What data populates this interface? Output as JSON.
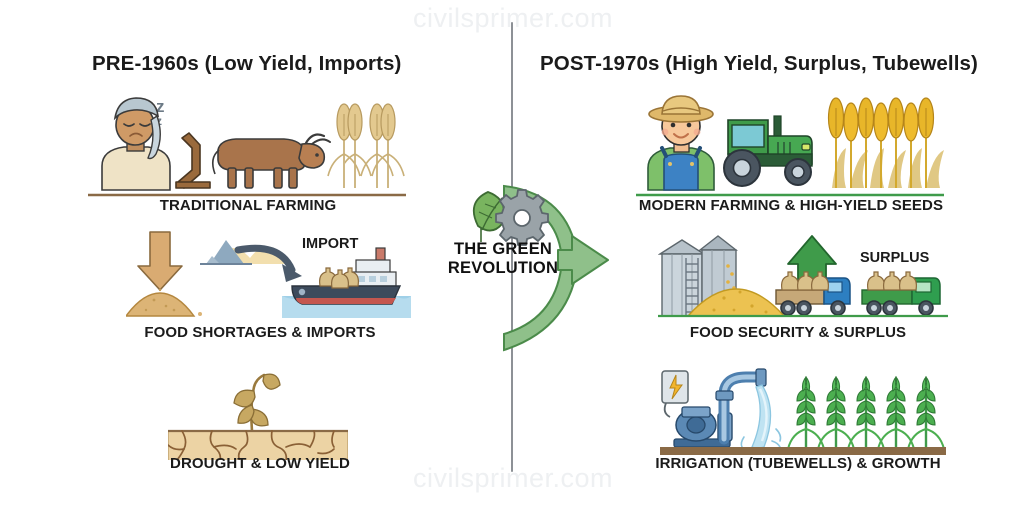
{
  "watermark": {
    "text": "civilsprimer.com"
  },
  "panels": {
    "left": {
      "title": "PRE-1960s (Low Yield, Imports)",
      "rows": [
        {
          "caption": "TRADITIONAL FARMING",
          "icons": [
            "tired-farmer-icon",
            "sleep-z-icon",
            "wooden-plough-icon",
            "ox-icon",
            "pale-wheat-stalks-icon",
            "ground-line"
          ],
          "inline_labels": []
        },
        {
          "caption": "FOOD SHORTAGES & IMPORTS",
          "icons": [
            "down-arrow-icon",
            "small-grain-pile-icon",
            "mountain-cloud-icon",
            "curved-arrow-icon",
            "cargo-ship-icon",
            "grain-sacks-icon"
          ],
          "inline_labels": [
            "IMPORT"
          ]
        },
        {
          "caption": "DROUGHT & LOW YIELD",
          "icons": [
            "wilting-plant-icon",
            "cracked-dry-soil-icon"
          ],
          "inline_labels": []
        }
      ]
    },
    "right": {
      "title": "POST-1970s (High Yield, Surplus, Tubewells)",
      "rows": [
        {
          "caption": "MODERN FARMING & HIGH-YIELD SEEDS",
          "icons": [
            "happy-farmer-icon",
            "straw-hat-icon",
            "green-tractor-icon",
            "dense-golden-wheat-icon",
            "ground-line"
          ],
          "inline_labels": []
        },
        {
          "caption": "FOOD SECURITY & SURPLUS",
          "icons": [
            "grain-silos-icon",
            "large-grain-pile-icon",
            "green-up-arrow-icon",
            "blue-truck-icon",
            "green-truck-icon",
            "grain-sacks-icon"
          ],
          "inline_labels": [
            "SURPLUS"
          ]
        },
        {
          "caption": "IRRIGATION (TUBEWELLS) & GROWTH",
          "icons": [
            "electric-panel-icon",
            "lightning-bolt-icon",
            "water-pump-icon",
            "pipe-water-jet-icon",
            "healthy-green-crops-icon",
            "soil-strip"
          ],
          "inline_labels": []
        }
      ]
    }
  },
  "center": {
    "label_line1": "THE GREEN",
    "label_line2": "REVOLUTION",
    "icons": [
      "leaf-icon",
      "gear-icon",
      "curved-arrow-right-icon"
    ]
  },
  "colors": {
    "accent_green": "#8fc08a",
    "accent_green_stroke": "#4b8b4a",
    "leaf_green": "#5aa44f",
    "gear_gray": "#9aa3a8",
    "wheat_pale": "#e3c98f",
    "wheat_gold": "#e8b629",
    "grain_tan": "#dcb476",
    "soil_tan": "#ecd3a4",
    "tractor_green": "#3f9b4a",
    "truck_blue": "#2d7fc1",
    "truck_green": "#2f9e4f",
    "water_blue": "#bfe3f2",
    "pump_blue": "#5b89b5",
    "ship_hull": "#3d4b5c",
    "divider_gray": "#8d9196",
    "text_dark": "#1b1b1b",
    "watermark_gray": "#eef0f2"
  }
}
